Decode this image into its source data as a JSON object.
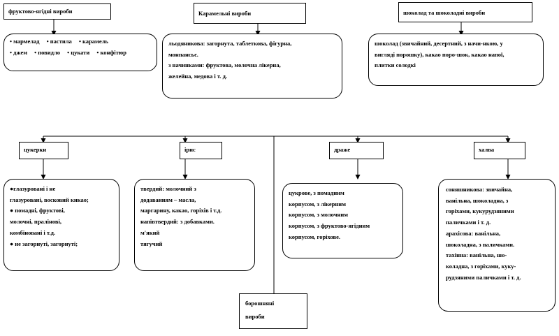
{
  "top": {
    "fruit": {
      "header": "фруктово-ягідні вироби",
      "items": [
        "• мармелад",
        "• пастила",
        "• карамель",
        "• джем",
        "• повидло",
        "• цукати",
        "• конфітюр"
      ]
    },
    "caramel": {
      "header": "Карамельні вироби",
      "lines": [
        "льодяникова: загорнута, таблеткова,       фігурна,",
        "монпансьє.",
        "з начинками: фруктова, молочна лікерна,",
        "желейна, медова і т. д."
      ]
    },
    "chocolate": {
      "header": "шоколад та шоколадні  вироби",
      "lines": [
        "шоколад (звичайний, десертний, з начи-нкою, у",
        "вигляді порошку), какао поро-шок, какао напої,",
        "плитки солодкі"
      ]
    }
  },
  "bottom": {
    "candy": {
      "header": "цукерки",
      "lines": [
        "●глазуровані і не",
        "глазуровані, восковий  кикао;",
        "● помадні, фруктові,",
        "молочні, пралінові,",
        "комбіновані і т.д.",
        "● не загорнуті, загорнуті;"
      ]
    },
    "toffee": {
      "header": "ірис",
      "lines": [
        "твердий: молочний  з",
        "додаванням – масла,",
        "маргарину, какао, горіхів і т.д.",
        "напівтвердий: з добавками.",
        "м'який",
        "тягучий"
      ]
    },
    "dragee": {
      "header": "драже",
      "lines": [
        "цукрове, з помадним",
        "корпусом, з лікерним",
        "корпусом, з молочним",
        "корпусом, з фруктово-ягідним",
        "корпусом, горіхове."
      ]
    },
    "halva": {
      "header": "халва",
      "lines": [
        "соняшникова: звичайна,",
        "ванільна, шоколадна, з",
        "горіхами, кукурудзяними",
        "паличками  і т. д.",
        "арахісова: ванільна,",
        "шоколадна, з паличками.",
        "тахінна: ванільна, шо-",
        "коладна, з горіхами, куку-",
        "рудзяними паличками  і т. д."
      ]
    },
    "flour": {
      "lines": [
        "борошняні",
        "вироби"
      ]
    }
  }
}
